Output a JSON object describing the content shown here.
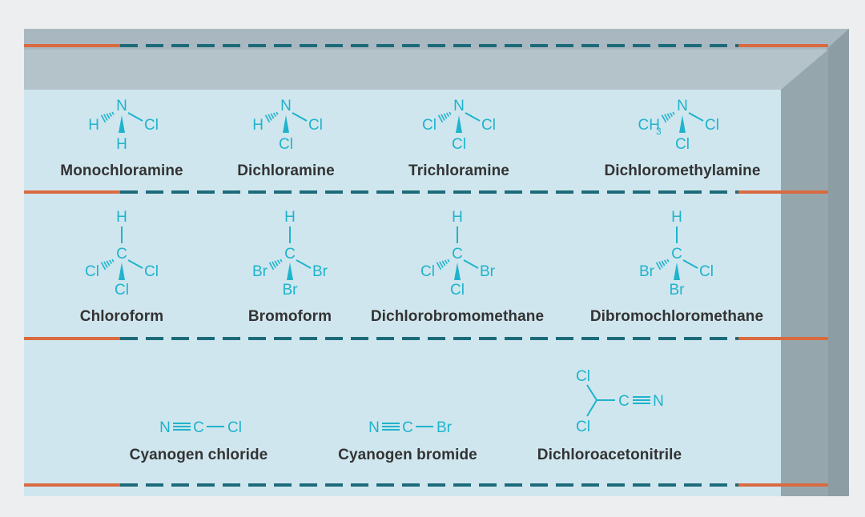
{
  "colors": {
    "page_bg": "#eceeef",
    "panel": "#cfe6ee",
    "frame_top": "#a9b8c0",
    "frame_side": "#7f9197",
    "frame_dark": "#6b7d83",
    "dash_teal": "#1d6b7a",
    "dash_orange": "#d96a3f",
    "molecule": "#1fb3cc",
    "label": "#333333"
  },
  "rows": [
    {
      "compounds": [
        {
          "name": "Monochloramine",
          "center": "N",
          "left": "H",
          "right": "Cl",
          "bottom": "H"
        },
        {
          "name": "Dichloramine",
          "center": "N",
          "left": "H",
          "right": "Cl",
          "bottom": "Cl"
        },
        {
          "name": "Trichloramine",
          "center": "N",
          "left": "Cl",
          "right": "Cl",
          "bottom": "Cl"
        },
        {
          "name": "Dichloromethylamine",
          "center": "N",
          "left": "CH",
          "left_sub": "3",
          "right": "Cl",
          "bottom": "Cl"
        }
      ]
    },
    {
      "compounds": [
        {
          "name": "Chloroform",
          "center": "C",
          "top": "H",
          "left": "Cl",
          "right": "Cl",
          "bottom": "Cl"
        },
        {
          "name": "Bromoform",
          "center": "C",
          "top": "H",
          "left": "Br",
          "right": "Br",
          "bottom": "Br"
        },
        {
          "name": "Dichlorobromomethane",
          "center": "C",
          "top": "H",
          "left": "Cl",
          "right": "Br",
          "bottom": "Cl"
        },
        {
          "name": "Dibromochloromethane",
          "center": "C",
          "top": "H",
          "left": "Br",
          "right": "Cl",
          "bottom": "Br"
        }
      ]
    },
    {
      "compounds": [
        {
          "name": "Cyanogen chloride",
          "atoms": [
            "N",
            "C",
            "Cl"
          ]
        },
        {
          "name": "Cyanogen bromide",
          "atoms": [
            "N",
            "C",
            "Br"
          ]
        },
        {
          "name": "Dichloroacetonitrile",
          "top": "Cl",
          "bottom": "Cl",
          "nitrile": [
            "C",
            "N"
          ]
        }
      ]
    }
  ]
}
